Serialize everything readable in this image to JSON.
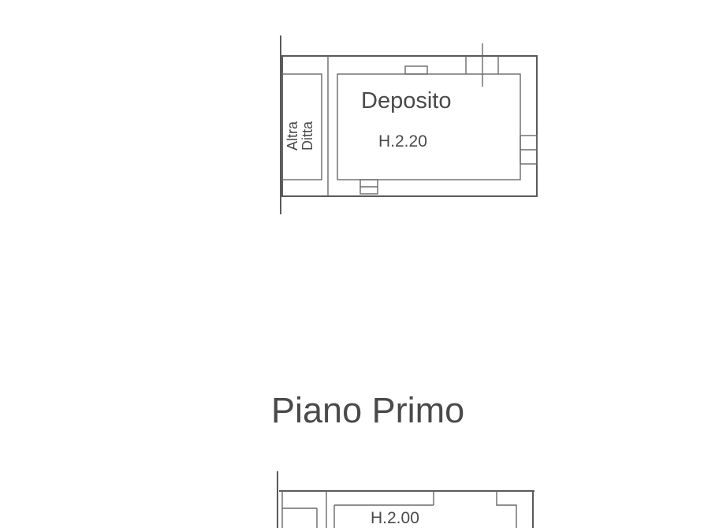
{
  "upper_plan": {
    "room_name": "Deposito",
    "room_height": "H.2.20",
    "neighbor_label_line1": "Altra",
    "neighbor_label_line2": "Ditta"
  },
  "floor_title": "Piano Primo",
  "lower_plan": {
    "room_height": "H.2.00"
  }
}
